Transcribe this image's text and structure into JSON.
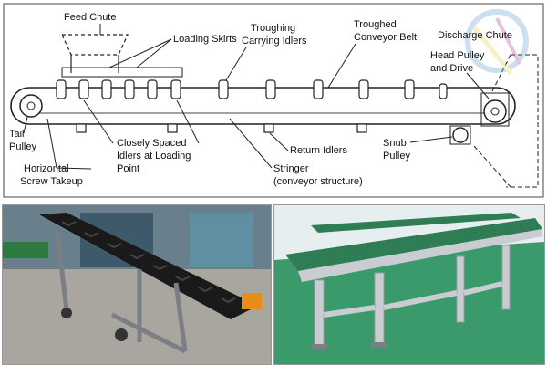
{
  "diagram": {
    "labels": {
      "feed_chute": "Feed Chute",
      "loading_skirts": "Loading Skirts",
      "troughing_carrying_idlers": [
        "Troughing",
        "Carrying Idlers"
      ],
      "troughed_conveyor_belt": [
        "Troughed",
        "Conveyor Belt"
      ],
      "discharge_chute": "Discharge Chute",
      "head_pulley_drive": [
        "Head Pulley",
        "and Drive"
      ],
      "tail_pulley": [
        "Tail",
        "Pulley"
      ],
      "horizontal_screw_takeup": [
        "Horizontal",
        "Screw Takeup"
      ],
      "closely_spaced_idlers": [
        "Closely Spaced",
        "Idlers at Loading",
        "Point"
      ],
      "return_idlers": "Return Idlers",
      "stringer": [
        "Stringer",
        "(conveyor structure)"
      ],
      "snub_pulley": [
        "Snub",
        "Pulley"
      ]
    }
  },
  "colors": {
    "line": "#222222",
    "belt_black": "#1a1a1a",
    "frame_grey": "#7b7f84",
    "belt_green": "#2f7d55",
    "floor_green": "#3a9a6b",
    "aluminum": "#c9ccd0"
  }
}
